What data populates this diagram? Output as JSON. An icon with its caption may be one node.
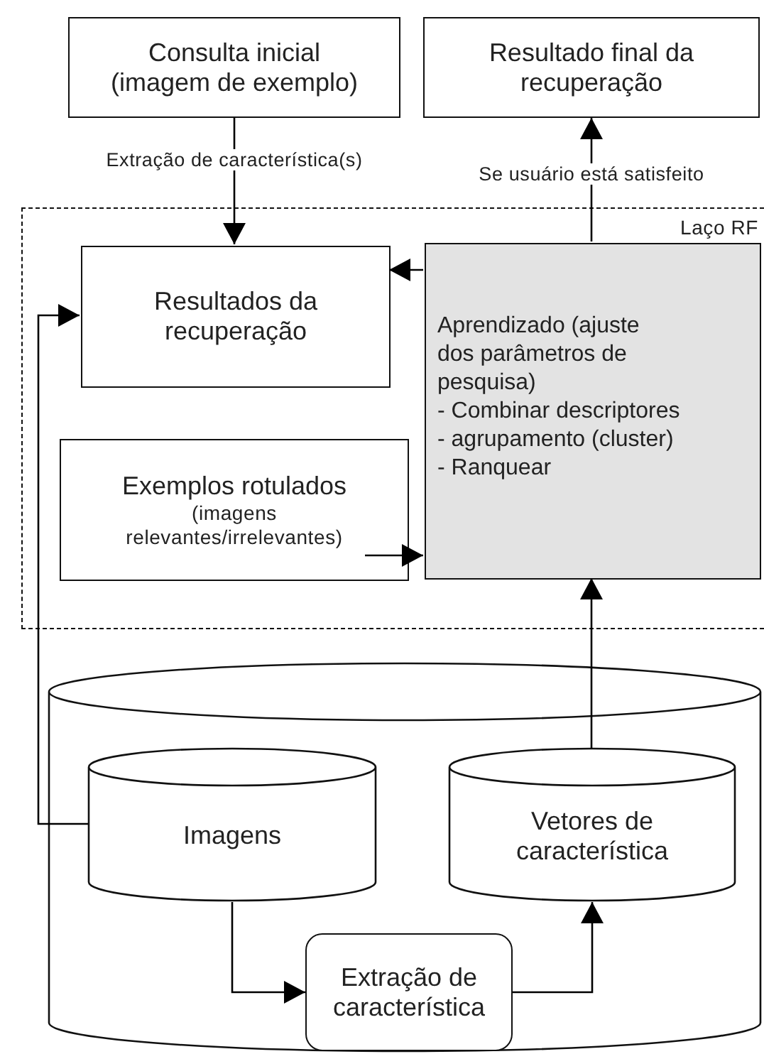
{
  "diagram": {
    "nodes": [
      {
        "text": [
          "Consulta inicial (imagem de exemplo)"
        ]
      },
      {
        "text": [
          "Resultado final da recuperação"
        ]
      },
      {
        "text": [
          "Laço RF"
        ]
      },
      {
        "text": [
          "Resultados da recuperação"
        ],
        "in": 2
      },
      {
        "text": [
          "Aprendizado (ajuste dos parâmetros de pesquisa)",
          "- Combinar descriptores",
          "- agrupamento (cluster)",
          "- Ranquear"
        ],
        "in": 2
      },
      {
        "text": [
          "Exemplos rotulados",
          "(imagens relevantes/irrelevantes)"
        ],
        "in": 2
      },
      {
        "text": [],
        "shape": "cylinder"
      },
      {
        "text": [
          "Imagens"
        ],
        "in": 6
      },
      {
        "text": [
          "Vetores de característica"
        ],
        "in": 6
      },
      {
        "text": [
          "Extração de característica"
        ],
        "in": 6
      }
    ],
    "edges": [
      {
        "from": 0,
        "to": 3,
        "arrow": "to",
        "label": "Extração de característica(s)"
      },
      {
        "from": 4,
        "to": 1,
        "arrow": "to",
        "label": "Se usuário está satisfeito"
      },
      {
        "from": 4,
        "to": 3,
        "arrow": "to"
      },
      {
        "from": 5,
        "to": 4,
        "arrow": "to"
      },
      {
        "from": 7,
        "to": 3,
        "arrow": "to"
      },
      {
        "from": 8,
        "to": 4,
        "arrow": "to"
      },
      {
        "from": 7,
        "to": 9,
        "arrow": "to"
      },
      {
        "from": 9,
        "to": 8,
        "arrow": "to"
      }
    ]
  }
}
